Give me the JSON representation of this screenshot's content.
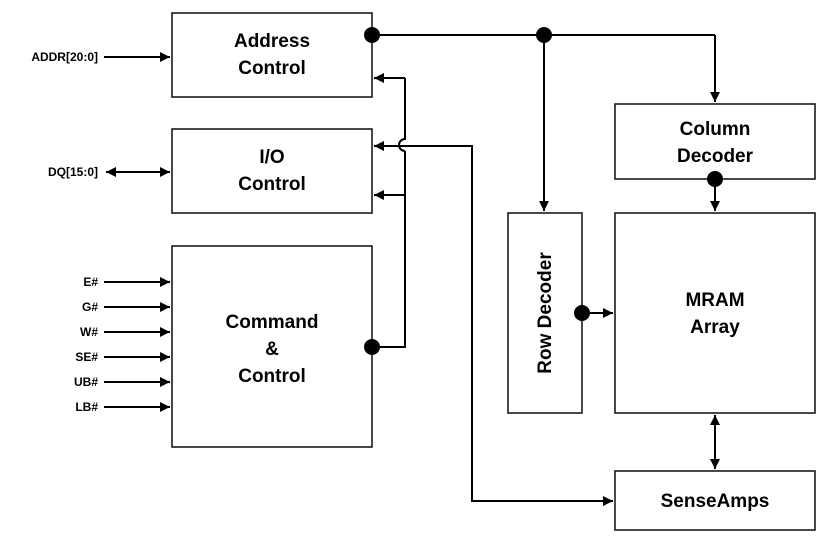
{
  "blocks": {
    "address_control": {
      "lines": [
        "Address",
        "Control"
      ]
    },
    "io_control": {
      "lines": [
        "I/O",
        "Control"
      ]
    },
    "command_control": {
      "lines": [
        "Command",
        "&",
        "Control"
      ]
    },
    "column_decoder": {
      "lines": [
        "Column",
        "Decoder"
      ]
    },
    "row_decoder": {
      "label": "Row Decoder"
    },
    "mram_array": {
      "lines": [
        "MRAM",
        "Array"
      ]
    },
    "sense_amps": {
      "label": "SenseAmps"
    }
  },
  "pins": {
    "addr": "ADDR[20:0]",
    "dq": "DQ[15:0]",
    "control_inputs": [
      "E#",
      "G#",
      "W#",
      "SE#",
      "UB#",
      "LB#"
    ]
  },
  "colors": {
    "stroke": "#000000",
    "fill": "#ffffff"
  }
}
